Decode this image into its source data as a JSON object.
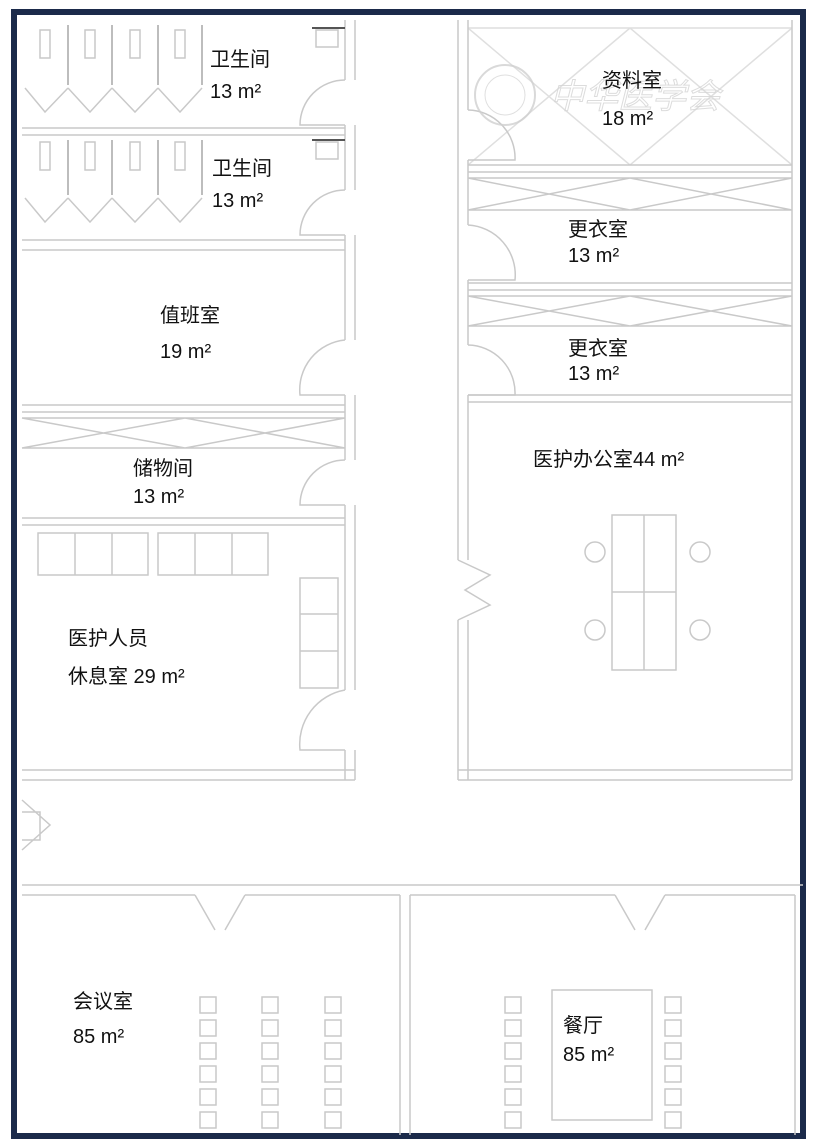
{
  "watermark": "中华医学会",
  "rooms": [
    {
      "name": "卫生间",
      "area": "13 m²"
    },
    {
      "name": "卫生间",
      "area": "13 m²"
    },
    {
      "name": "资料室",
      "area": "18 m²"
    },
    {
      "name": "更衣室",
      "area": "13 m²"
    },
    {
      "name": "更衣室",
      "area": "13 m²"
    },
    {
      "name": "值班室",
      "area": "19 m²"
    },
    {
      "name": "储物间",
      "area": "13 m²"
    },
    {
      "name": "医护办公室44 m²"
    },
    {
      "name": "医护人员",
      "area": "休息室 29 m²"
    },
    {
      "name": "会议室",
      "area": "85 m²"
    },
    {
      "name": "餐厅",
      "area": "85 m²"
    }
  ],
  "colors": {
    "frame": "#1b2a4a",
    "wall": "#c9c9c9"
  }
}
